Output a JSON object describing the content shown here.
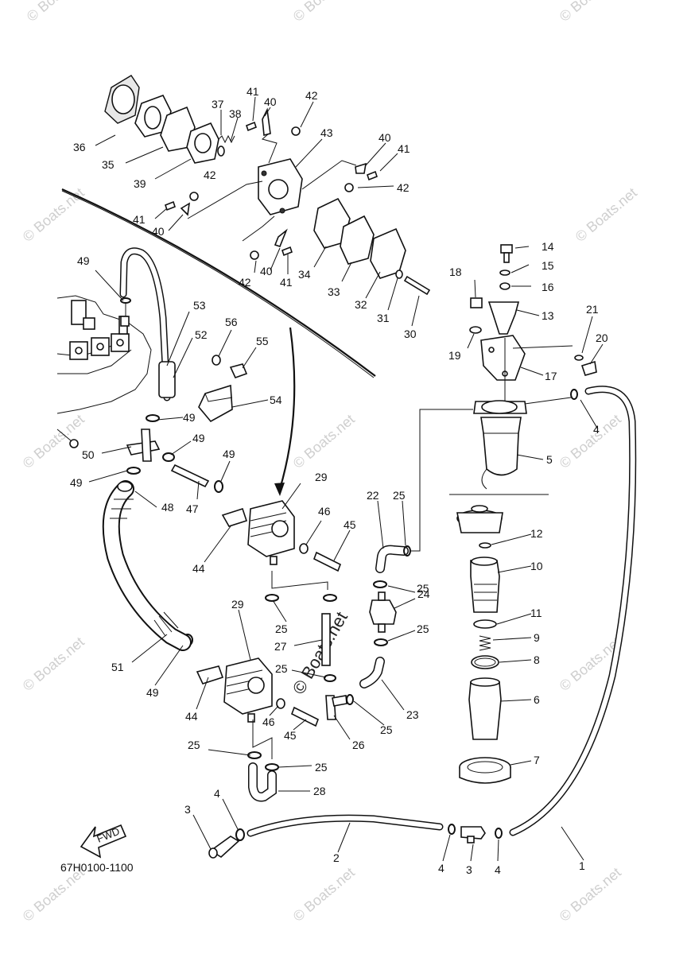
{
  "diagram_code": "67H0100-1100",
  "watermark": "© Boats.net",
  "watermark_center": "© Boats.net",
  "fwd_label": "FWD",
  "labels": {
    "p1": "1",
    "p2": "2",
    "p3a": "3",
    "p3b": "3",
    "p4a": "4",
    "p4b": "4",
    "p4c": "4",
    "p4d": "4",
    "p5": "5",
    "p6": "6",
    "p7": "7",
    "p8": "8",
    "p9": "9",
    "p10": "10",
    "p11": "11",
    "p12": "12",
    "p13": "13",
    "p14": "14",
    "p15": "15",
    "p16": "16",
    "p17": "17",
    "p18": "18",
    "p19": "19",
    "p20": "20",
    "p21": "21",
    "p22": "22",
    "p23": "23",
    "p24": "24",
    "p25a": "25",
    "p25b": "25",
    "p25c": "25",
    "p25d": "25",
    "p25e": "25",
    "p25f": "25",
    "p25g": "25",
    "p25h": "25",
    "p26": "26",
    "p27": "27",
    "p28": "28",
    "p29a": "29",
    "p29b": "29",
    "p30": "30",
    "p31": "31",
    "p32": "32",
    "p33": "33",
    "p34": "34",
    "p35": "35",
    "p36": "36",
    "p37": "37",
    "p38": "38",
    "p39": "39",
    "p40a": "40",
    "p40b": "40",
    "p40c": "40",
    "p40d": "40",
    "p41a": "41",
    "p41b": "41",
    "p41c": "41",
    "p41d": "41",
    "p42a": "42",
    "p42b": "42",
    "p42c": "42",
    "p42d": "42",
    "p43": "43",
    "p44a": "44",
    "p44b": "44",
    "p45a": "45",
    "p45b": "45",
    "p46a": "46",
    "p46b": "46",
    "p47": "47",
    "p48": "48",
    "p49a": "49",
    "p49b": "49",
    "p49c": "49",
    "p49d": "49",
    "p49e": "49",
    "p49f": "49",
    "p50": "50",
    "p51": "51",
    "p52": "52",
    "p53": "53",
    "p54": "54",
    "p55": "55",
    "p56": "56"
  }
}
